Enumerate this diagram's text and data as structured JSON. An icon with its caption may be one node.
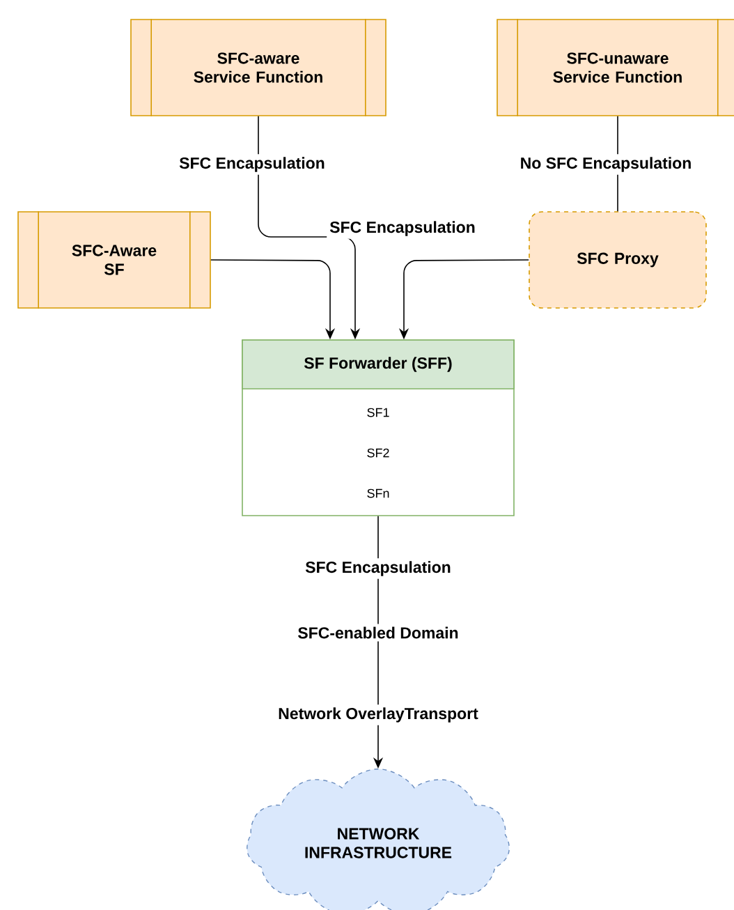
{
  "diagram": {
    "nodes": [
      {
        "text": [
          "SFC-aware Service Function"
        ]
      },
      {
        "text": [
          "SFC-unaware Service Function"
        ]
      },
      {
        "text": [
          "SFC-Aware SF"
        ]
      },
      {
        "text": [
          "SFC Proxy"
        ]
      },
      {
        "text": [
          "SF Forwarder (SFF)",
          "SF1",
          "SF2",
          "SFn"
        ]
      },
      {
        "text": [
          "NETWORK INFRASTRUCTURE"
        ]
      }
    ],
    "edges": [
      {
        "from": 0,
        "to": 4,
        "arrow": "to",
        "label": "SFC Encapsulation"
      },
      {
        "from": 1,
        "to": 3,
        "arrow": "none",
        "label": "No SFC Encapsulation"
      },
      {
        "from": 2,
        "to": 4,
        "arrow": "to"
      },
      {
        "from": 3,
        "to": 4,
        "arrow": "to"
      },
      {
        "from": 4,
        "to": 5,
        "arrow": "to",
        "label": "SFC Encapsulation"
      }
    ],
    "labels": [
      "SFC Encapsulation",
      "SFC-enabled Domain",
      "Network OverlayTransport"
    ]
  }
}
